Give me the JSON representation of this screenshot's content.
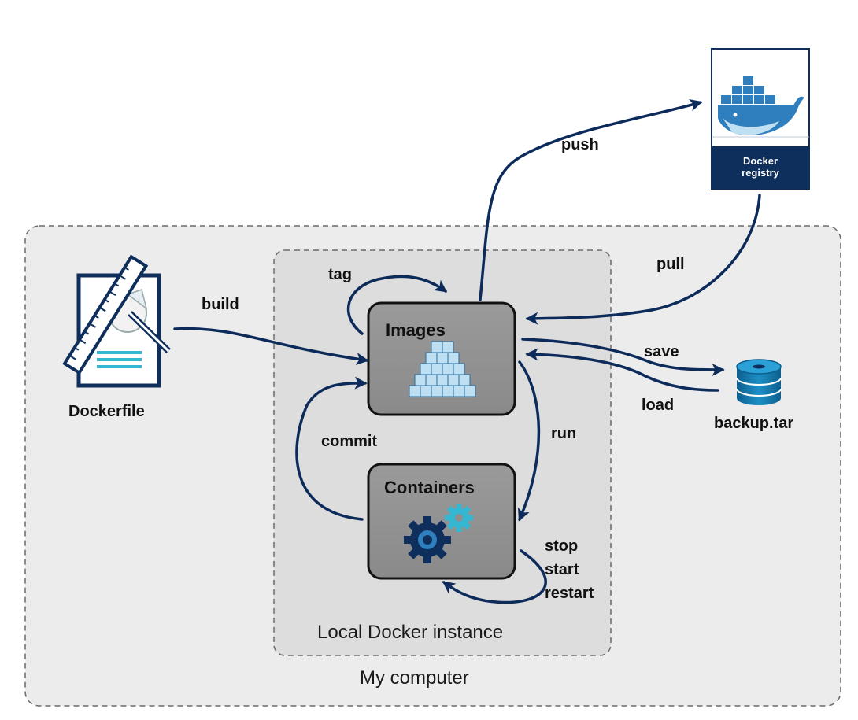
{
  "regions": {
    "my_computer": "My computer",
    "local_instance": "Local Docker instance"
  },
  "nodes": {
    "images": "Images",
    "containers": "Containers",
    "dockerfile": "Dockerfile",
    "registry_line1": "Docker",
    "registry_line2": "registry",
    "backup": "backup.tar"
  },
  "edges": {
    "build": "build",
    "tag": "tag",
    "push": "push",
    "pull": "pull",
    "save": "save",
    "load": "load",
    "run": "run",
    "commit": "commit",
    "lifecycle": [
      "stop",
      "start",
      "restart"
    ]
  },
  "colors": {
    "arrow": "#0d2b5a",
    "navy": "#0e2e5c",
    "box_fill": "#8e8e8e",
    "outer_region": "#ececec",
    "inner_region": "#dddddd",
    "docker_blue": "#2f7fbf",
    "teal": "#35b7d2",
    "db_blue": "#1273a6"
  }
}
